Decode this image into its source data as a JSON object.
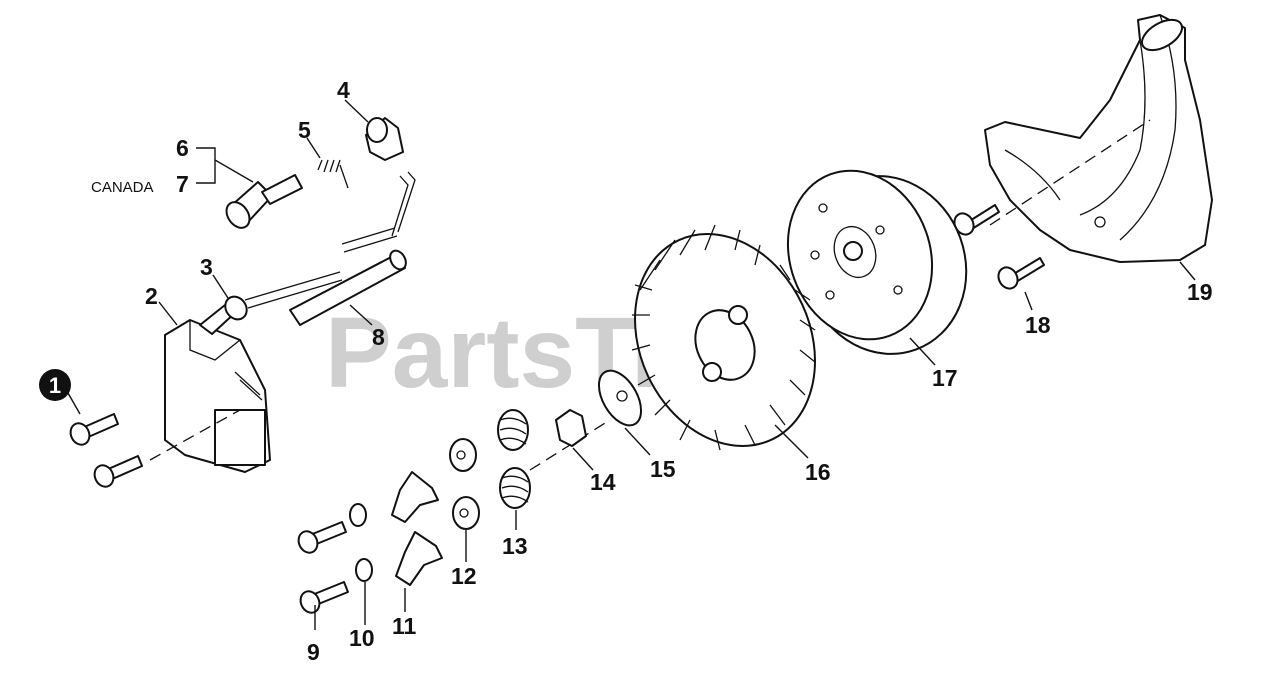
{
  "watermark": {
    "text": "PartsTree",
    "trademark": "™"
  },
  "callouts": {
    "p1": "1",
    "p2": "2",
    "p3": "3",
    "p4": "4",
    "p5": "5",
    "p6": "6",
    "p7": "7",
    "p8": "8",
    "p9": "9",
    "p10": "10",
    "p11": "11",
    "p12": "12",
    "p13": "13",
    "p14": "14",
    "p15": "15",
    "p16": "16",
    "p17": "17",
    "p18": "18",
    "p19": "19"
  },
  "canada_label": "CANADA"
}
